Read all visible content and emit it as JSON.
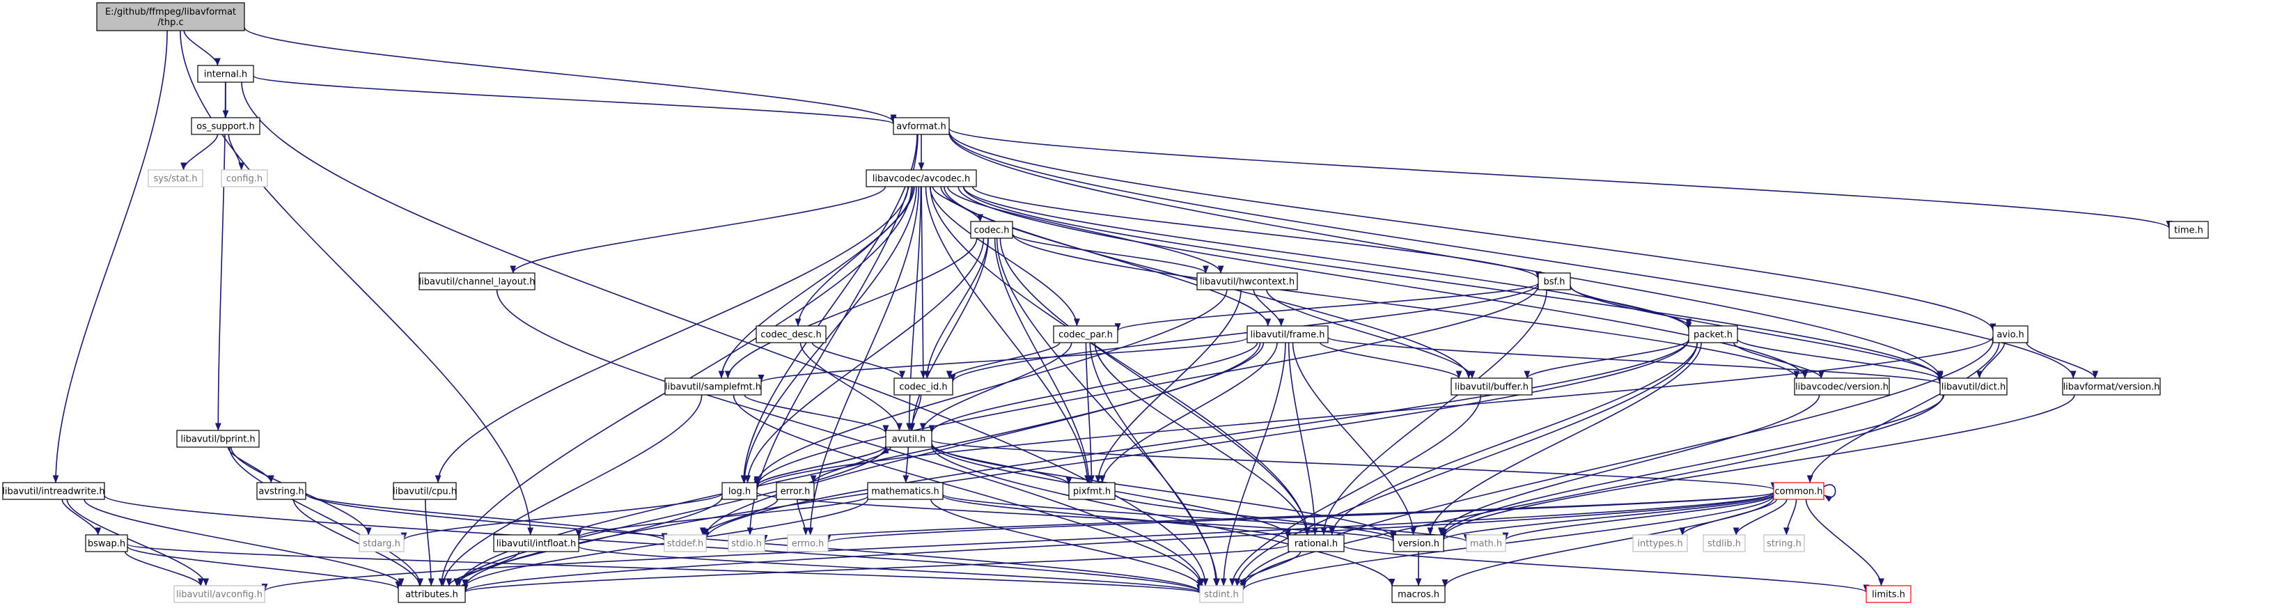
{
  "diagram": {
    "colors": {
      "edge": "#191970",
      "node_border": "#000000",
      "node_fill": "#ffffff",
      "root_fill": "#bfbfbf",
      "external_border": "#bfbfbf",
      "truncated_border": "#ff0000"
    },
    "nodes": {
      "root": {
        "lines": [
          "E:/github/ffmpeg/libavformat",
          "/thp.c"
        ],
        "style": "root"
      },
      "internal_h": {
        "lines": [
          "internal.h"
        ],
        "style": "normal"
      },
      "os_support_h": {
        "lines": [
          "os_support.h"
        ],
        "style": "normal"
      },
      "sys_stat_h": {
        "lines": [
          "sys/stat.h"
        ],
        "style": "external"
      },
      "config_h": {
        "lines": [
          "config.h"
        ],
        "style": "external"
      },
      "avformat_h": {
        "lines": [
          "avformat.h"
        ],
        "style": "normal"
      },
      "avcodec_h": {
        "lines": [
          "libavcodec/avcodec.h"
        ],
        "style": "normal"
      },
      "time_h": {
        "lines": [
          "time.h"
        ],
        "style": "normal"
      },
      "codec_h": {
        "lines": [
          "codec.h"
        ],
        "style": "normal"
      },
      "channel_layout_h": {
        "lines": [
          "libavutil/channel_layout.h"
        ],
        "style": "normal"
      },
      "hwcontext_h": {
        "lines": [
          "libavutil/hwcontext.h"
        ],
        "style": "normal"
      },
      "bsf_h": {
        "lines": [
          "bsf.h"
        ],
        "style": "normal"
      },
      "codec_desc_h": {
        "lines": [
          "codec_desc.h"
        ],
        "style": "normal"
      },
      "codec_par_h": {
        "lines": [
          "codec_par.h"
        ],
        "style": "normal"
      },
      "frame_h": {
        "lines": [
          "libavutil/frame.h"
        ],
        "style": "normal"
      },
      "packet_h": {
        "lines": [
          "packet.h"
        ],
        "style": "normal"
      },
      "avio_h": {
        "lines": [
          "avio.h"
        ],
        "style": "normal"
      },
      "samplefmt_h": {
        "lines": [
          "libavutil/samplefmt.h"
        ],
        "style": "normal"
      },
      "codec_id_h": {
        "lines": [
          "codec_id.h"
        ],
        "style": "normal"
      },
      "buffer_h": {
        "lines": [
          "libavutil/buffer.h"
        ],
        "style": "normal"
      },
      "avcodec_version_h": {
        "lines": [
          "libavcodec/version.h"
        ],
        "style": "normal"
      },
      "dict_h": {
        "lines": [
          "libavutil/dict.h"
        ],
        "style": "normal"
      },
      "avformat_version_h": {
        "lines": [
          "libavformat/version.h"
        ],
        "style": "normal"
      },
      "bprint_h": {
        "lines": [
          "libavutil/bprint.h"
        ],
        "style": "normal"
      },
      "cpu_h": {
        "lines": [
          "libavutil/cpu.h"
        ],
        "style": "normal"
      },
      "avutil_h": {
        "lines": [
          "avutil.h"
        ],
        "style": "normal"
      },
      "intreadwrite_h": {
        "lines": [
          "libavutil/intreadwrite.h"
        ],
        "style": "normal"
      },
      "avstring_h": {
        "lines": [
          "avstring.h"
        ],
        "style": "normal"
      },
      "log_h": {
        "lines": [
          "log.h"
        ],
        "style": "normal"
      },
      "error_h": {
        "lines": [
          "error.h"
        ],
        "style": "normal"
      },
      "mathematics_h": {
        "lines": [
          "mathematics.h"
        ],
        "style": "normal"
      },
      "pixfmt_h": {
        "lines": [
          "pixfmt.h"
        ],
        "style": "normal"
      },
      "common_h": {
        "lines": [
          "common.h"
        ],
        "style": "truncated"
      },
      "bswap_h": {
        "lines": [
          "bswap.h"
        ],
        "style": "normal"
      },
      "stdarg_h": {
        "lines": [
          "stdarg.h"
        ],
        "style": "external"
      },
      "intfloat_h": {
        "lines": [
          "libavutil/intfloat.h"
        ],
        "style": "normal"
      },
      "stddef_h": {
        "lines": [
          "stddef.h"
        ],
        "style": "external"
      },
      "stdio_h": {
        "lines": [
          "stdio.h"
        ],
        "style": "external"
      },
      "errno_h": {
        "lines": [
          "errno.h"
        ],
        "style": "external"
      },
      "rational_h": {
        "lines": [
          "rational.h"
        ],
        "style": "normal"
      },
      "version_h": {
        "lines": [
          "version.h"
        ],
        "style": "normal"
      },
      "math_h": {
        "lines": [
          "math.h"
        ],
        "style": "external"
      },
      "inttypes_h": {
        "lines": [
          "inttypes.h"
        ],
        "style": "external"
      },
      "stdlib_h": {
        "lines": [
          "stdlib.h"
        ],
        "style": "external"
      },
      "string_h": {
        "lines": [
          "string.h"
        ],
        "style": "external"
      },
      "avconfig_h": {
        "lines": [
          "libavutil/avconfig.h"
        ],
        "style": "external"
      },
      "attributes_h": {
        "lines": [
          "attributes.h"
        ],
        "style": "normal"
      },
      "stdint_h": {
        "lines": [
          "stdint.h"
        ],
        "style": "external"
      },
      "macros_h": {
        "lines": [
          "macros.h"
        ],
        "style": "normal"
      },
      "limits_h": {
        "lines": [
          "limits.h"
        ],
        "style": "truncated"
      }
    },
    "edges": [
      [
        "root",
        "internal_h"
      ],
      [
        "root",
        "avformat_h"
      ],
      [
        "root",
        "intreadwrite_h"
      ],
      [
        "root",
        "intfloat_h"
      ],
      [
        "internal_h",
        "os_support_h"
      ],
      [
        "internal_h",
        "avformat_h"
      ],
      [
        "internal_h",
        "bprint_h"
      ],
      [
        "internal_h",
        "stdint_h"
      ],
      [
        "os_support_h",
        "sys_stat_h"
      ],
      [
        "os_support_h",
        "config_h"
      ],
      [
        "avformat_h",
        "avcodec_h"
      ],
      [
        "avformat_h",
        "time_h"
      ],
      [
        "avformat_h",
        "avio_h"
      ],
      [
        "avformat_h",
        "avformat_version_h"
      ],
      [
        "avformat_h",
        "dict_h"
      ],
      [
        "avformat_h",
        "log_h"
      ],
      [
        "avformat_h",
        "stdio_h"
      ],
      [
        "avcodec_h",
        "codec_h"
      ],
      [
        "avcodec_h",
        "channel_layout_h"
      ],
      [
        "avcodec_h",
        "hwcontext_h"
      ],
      [
        "avcodec_h",
        "bsf_h"
      ],
      [
        "avcodec_h",
        "codec_desc_h"
      ],
      [
        "avcodec_h",
        "codec_par_h"
      ],
      [
        "avcodec_h",
        "frame_h"
      ],
      [
        "avcodec_h",
        "packet_h"
      ],
      [
        "avcodec_h",
        "samplefmt_h"
      ],
      [
        "avcodec_h",
        "codec_id_h"
      ],
      [
        "avcodec_h",
        "buffer_h"
      ],
      [
        "avcodec_h",
        "avcodec_version_h"
      ],
      [
        "avcodec_h",
        "dict_h"
      ],
      [
        "avcodec_h",
        "cpu_h"
      ],
      [
        "avcodec_h",
        "avutil_h"
      ],
      [
        "avcodec_h",
        "log_h"
      ],
      [
        "avcodec_h",
        "pixfmt_h"
      ],
      [
        "avcodec_h",
        "rational_h"
      ],
      [
        "avcodec_h",
        "attributes_h"
      ],
      [
        "avcodec_h",
        "errno_h"
      ],
      [
        "codec_h",
        "hwcontext_h"
      ],
      [
        "codec_h",
        "samplefmt_h"
      ],
      [
        "codec_h",
        "codec_id_h"
      ],
      [
        "codec_h",
        "avutil_h"
      ],
      [
        "codec_h",
        "log_h"
      ],
      [
        "codec_h",
        "pixfmt_h"
      ],
      [
        "codec_h",
        "rational_h"
      ],
      [
        "codec_h",
        "avcodec_version_h"
      ],
      [
        "codec_h",
        "stdint_h"
      ],
      [
        "channel_layout_h",
        "stdint_h"
      ],
      [
        "hwcontext_h",
        "frame_h"
      ],
      [
        "hwcontext_h",
        "buffer_h"
      ],
      [
        "hwcontext_h",
        "pixfmt_h"
      ],
      [
        "hwcontext_h",
        "log_h"
      ],
      [
        "bsf_h",
        "codec_id_h"
      ],
      [
        "bsf_h",
        "codec_par_h"
      ],
      [
        "bsf_h",
        "packet_h"
      ],
      [
        "bsf_h",
        "dict_h"
      ],
      [
        "bsf_h",
        "log_h"
      ],
      [
        "bsf_h",
        "rational_h"
      ],
      [
        "codec_desc_h",
        "codec_id_h"
      ],
      [
        "codec_desc_h",
        "avutil_h"
      ],
      [
        "codec_par_h",
        "codec_id_h"
      ],
      [
        "codec_par_h",
        "avutil_h"
      ],
      [
        "codec_par_h",
        "pixfmt_h"
      ],
      [
        "codec_par_h",
        "rational_h"
      ],
      [
        "codec_par_h",
        "stdint_h"
      ],
      [
        "frame_h",
        "avutil_h"
      ],
      [
        "frame_h",
        "buffer_h"
      ],
      [
        "frame_h",
        "dict_h"
      ],
      [
        "frame_h",
        "rational_h"
      ],
      [
        "frame_h",
        "samplefmt_h"
      ],
      [
        "frame_h",
        "pixfmt_h"
      ],
      [
        "frame_h",
        "version_h"
      ],
      [
        "frame_h",
        "stddef_h"
      ],
      [
        "frame_h",
        "stdint_h"
      ],
      [
        "frame_h",
        "attributes_h"
      ],
      [
        "packet_h",
        "buffer_h"
      ],
      [
        "packet_h",
        "attributes_h"
      ],
      [
        "packet_h",
        "rational_h"
      ],
      [
        "packet_h",
        "avcodec_version_h"
      ],
      [
        "packet_h",
        "dict_h"
      ],
      [
        "packet_h",
        "version_h"
      ],
      [
        "packet_h",
        "stdint_h"
      ],
      [
        "packet_h",
        "stddef_h"
      ],
      [
        "avio_h",
        "dict_h"
      ],
      [
        "avio_h",
        "log_h"
      ],
      [
        "avio_h",
        "common_h"
      ],
      [
        "avio_h",
        "avformat_version_h"
      ],
      [
        "avio_h",
        "stdint_h"
      ],
      [
        "samplefmt_h",
        "avutil_h"
      ],
      [
        "samplefmt_h",
        "attributes_h"
      ],
      [
        "samplefmt_h",
        "stdint_h"
      ],
      [
        "codec_id_h",
        "avutil_h"
      ],
      [
        "buffer_h",
        "stdint_h"
      ],
      [
        "avcodec_version_h",
        "version_h"
      ],
      [
        "dict_h",
        "stdint_h"
      ],
      [
        "dict_h",
        "version_h"
      ],
      [
        "avformat_version_h",
        "version_h"
      ],
      [
        "bprint_h",
        "avstring_h"
      ],
      [
        "bprint_h",
        "attributes_h"
      ],
      [
        "bprint_h",
        "stdarg_h"
      ],
      [
        "cpu_h",
        "attributes_h"
      ],
      [
        "avutil_h",
        "log_h"
      ],
      [
        "avutil_h",
        "error_h"
      ],
      [
        "avutil_h",
        "mathematics_h"
      ],
      [
        "avutil_h",
        "pixfmt_h"
      ],
      [
        "avutil_h",
        "common_h"
      ],
      [
        "avutil_h",
        "rational_h"
      ],
      [
        "avutil_h",
        "version_h"
      ],
      [
        "avutil_h",
        "macros_h"
      ],
      [
        "avutil_h",
        "attributes_h"
      ],
      [
        "intreadwrite_h",
        "bswap_h"
      ],
      [
        "intreadwrite_h",
        "avconfig_h"
      ],
      [
        "intreadwrite_h",
        "attributes_h"
      ],
      [
        "intreadwrite_h",
        "stdint_h"
      ],
      [
        "avstring_h",
        "stddef_h"
      ],
      [
        "avstring_h",
        "stdint_h"
      ],
      [
        "avstring_h",
        "attributes_h"
      ],
      [
        "log_h",
        "stdarg_h"
      ],
      [
        "log_h",
        "avutil_h"
      ],
      [
        "log_h",
        "attributes_h"
      ],
      [
        "log_h",
        "version_h"
      ],
      [
        "error_h",
        "errno_h"
      ],
      [
        "error_h",
        "stddef_h"
      ],
      [
        "mathematics_h",
        "stdint_h"
      ],
      [
        "mathematics_h",
        "math_h"
      ],
      [
        "mathematics_h",
        "attributes_h"
      ],
      [
        "mathematics_h",
        "rational_h"
      ],
      [
        "mathematics_h",
        "intfloat_h"
      ],
      [
        "pixfmt_h",
        "version_h"
      ],
      [
        "common_h",
        "common_h"
      ],
      [
        "common_h",
        "errno_h"
      ],
      [
        "common_h",
        "inttypes_h"
      ],
      [
        "common_h",
        "limits_h"
      ],
      [
        "common_h",
        "math_h"
      ],
      [
        "common_h",
        "stdint_h"
      ],
      [
        "common_h",
        "stdio_h"
      ],
      [
        "common_h",
        "stdlib_h"
      ],
      [
        "common_h",
        "string_h"
      ],
      [
        "common_h",
        "attributes_h"
      ],
      [
        "common_h",
        "macros_h"
      ],
      [
        "common_h",
        "version_h"
      ],
      [
        "common_h",
        "avconfig_h"
      ],
      [
        "bswap_h",
        "stdint_h"
      ],
      [
        "bswap_h",
        "avconfig_h"
      ],
      [
        "bswap_h",
        "attributes_h"
      ],
      [
        "intfloat_h",
        "stdint_h"
      ],
      [
        "intfloat_h",
        "attributes_h"
      ],
      [
        "rational_h",
        "stdint_h"
      ],
      [
        "rational_h",
        "limits_h"
      ],
      [
        "rational_h",
        "attributes_h"
      ],
      [
        "version_h",
        "macros_h"
      ]
    ]
  }
}
